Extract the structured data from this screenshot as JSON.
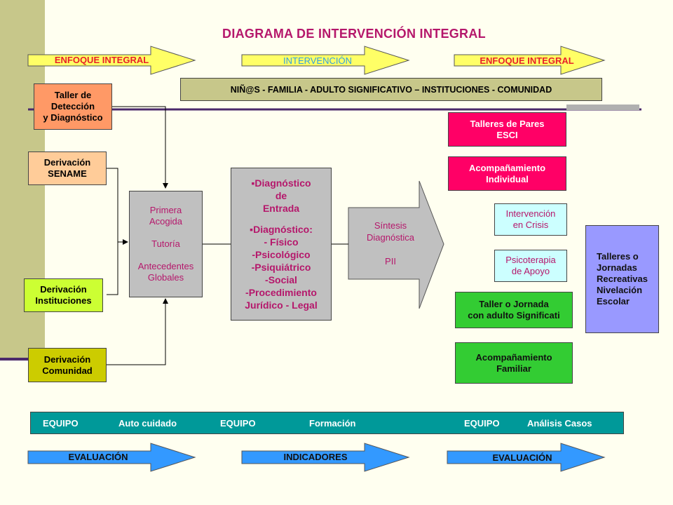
{
  "title": "DIAGRAMA DE INTERVENCIÓN INTEGRAL",
  "top_arrows": [
    "ENFOQUE INTEGRAL",
    "INTERVENCIÓN",
    "ENFOQUE INTEGRAL"
  ],
  "participants": "NIÑ@S - FAMILIA - ADULTO SIGNIFICATIVO – INSTITUCIONES - COMUNIDAD",
  "inputs": {
    "taller": "Taller de\nDetección\n y Diagnóstico",
    "sename": "Derivación\n SENAME",
    "instituciones": "Derivación\nInstituciones",
    "comunidad": "Derivación\nComunidad"
  },
  "acogida": "Primera\nAcogida\n\nTutoría\n\nAntecedentes\nGlobales",
  "diagnostico": {
    "entrada": "▪Diagnóstico\nde\nEntrada",
    "tipos_header": "▪Diagnóstico:",
    "tipos": [
      "- Físico",
      "-Psicológico",
      "-Psiquiátrico",
      "-Social",
      "-Procedimiento",
      "Jurídico - Legal"
    ]
  },
  "sintesis": "Síntesis\nDiagnóstica\n\nPII",
  "interventions": {
    "pares": "Talleres de Pares\nESCI",
    "individual": "Acompañamiento\nIndividual",
    "crisis": "Intervención\n en Crisis",
    "psicoterapia": "Psicoterapia\n de Apoyo",
    "adulto": "Taller o Jornada\ncon adulto Significati",
    "familiar": "Acompañamiento\nFamiliar",
    "talleres": "Talleres o\n Jornadas\n   Recreativas\nNivelación\n Escolar"
  },
  "equipo": {
    "items": [
      "EQUIPO",
      "Auto cuidado",
      "EQUIPO",
      "Formación",
      "EQUIPO",
      "Análisis Casos"
    ]
  },
  "bottom_arrows": [
    "EVALUACIÓN",
    "INDICADORES",
    "EVALUACIÓN"
  ],
  "colors": {
    "title": "#b5176b",
    "yellow_arrow": "#ffff66",
    "red_text": "#e8202a",
    "cyan_text": "#33a0e0",
    "khaki": "#c7c78a",
    "orange": "#ff9966",
    "peach": "#ffcc99",
    "lime": "#ccff33",
    "olive": "#cccc00",
    "grey": "#c0c0c0",
    "magenta": "#ff0066",
    "light_cyan": "#ccffff",
    "green": "#33cc33",
    "lavender": "#9999ff",
    "teal": "#009999",
    "blue_arrow": "#3399ff"
  }
}
